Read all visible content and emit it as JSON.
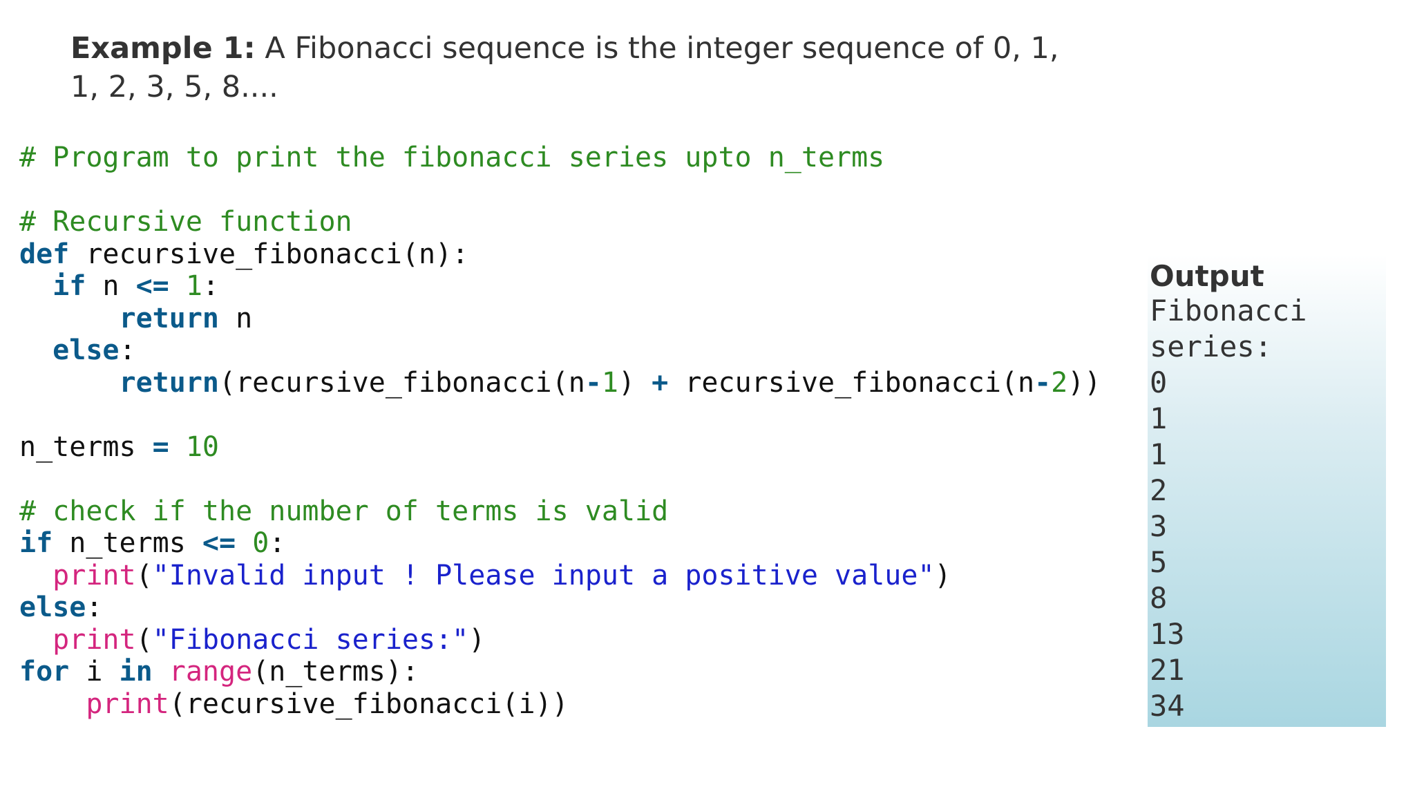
{
  "intro": {
    "label": "Example 1:",
    "text": " A Fibonacci sequence is the integer sequence of 0, 1, 1, 2, 3, 5, 8...."
  },
  "code": {
    "comment_title": "# Program to print the fibonacci series upto n_terms",
    "comment_recursive": "# Recursive function",
    "kw_def": "def",
    "def_signature": " recursive_fibonacci(n):",
    "kw_if": "if",
    "if_n": " n ",
    "op_le": "<=",
    "num_1": "1",
    "colon": ":",
    "kw_return": "return",
    "return_n": " n",
    "kw_else": "else",
    "return_open": "(recursive_fibonacci(n",
    "op_minus": "-",
    "num_one": "1",
    "close_paren": ") ",
    "op_plus": "+",
    "second_call": " recursive_fibonacci(n",
    "num_2": "2",
    "close_end": "))",
    "n_terms_assign": "n_terms ",
    "op_eq": "=",
    "num_10": "10",
    "comment_check": "# check if the number of terms is valid",
    "if_n_terms": " n_terms ",
    "num_0": "0",
    "fn_print": "print",
    "str_invalid": "\"Invalid input ! Please input a positive value\"",
    "str_fib": "\"Fibonacci series:\"",
    "kw_for": "for",
    "for_i": " i ",
    "kw_in": "in",
    "fn_range": "range",
    "range_args": "(n_terms):",
    "print_call": "(recursive_fibonacci(i))",
    "open_paren": "(",
    "close_paren_only": ")"
  },
  "output": {
    "title": "Output",
    "lines": [
      "Fibonacci",
      "series:",
      "0",
      "1",
      "1",
      "2",
      "3",
      "5",
      "8",
      "13",
      "21",
      "34"
    ]
  },
  "colors": {
    "keyword": "#0b5a8a",
    "comment": "#2e8b22",
    "string": "#1a22cc",
    "builtin": "#d4257e",
    "output_bg_bottom": "#a9d6e1"
  }
}
